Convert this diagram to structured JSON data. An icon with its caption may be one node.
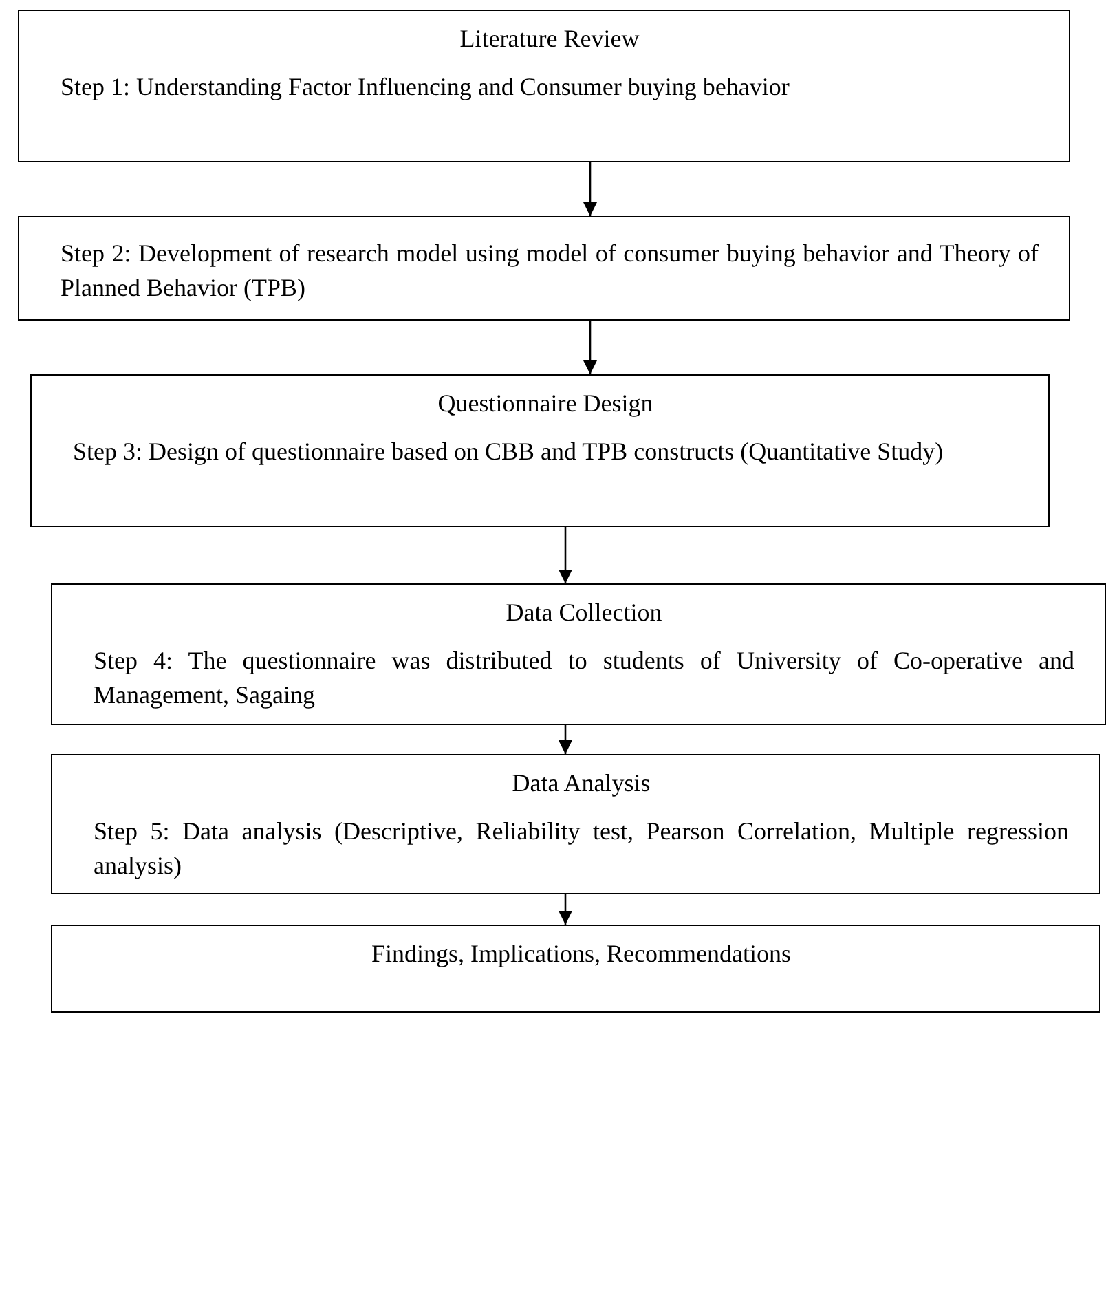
{
  "diagram": {
    "nodes": [
      {
        "text": [
          "Literature Review",
          "Step 1: Understanding Factor Influencing and Consumer buying behavior"
        ]
      },
      {
        "text": [
          "Step 2: Development of research model using model of consumer buying behavior and Theory of Planned Behavior (TPB)"
        ]
      },
      {
        "text": [
          "Questionnaire Design",
          "Step 3: Design of questionnaire based on CBB and TPB constructs (Quantitative Study)"
        ]
      },
      {
        "text": [
          "Data Collection",
          "Step 4: The questionnaire was distributed to students of University of Co-operative and Management, Sagaing"
        ]
      },
      {
        "text": [
          "Data Analysis",
          "Step 5: Data analysis (Descriptive, Reliability test, Pearson Correlation, Multiple regression analysis)"
        ]
      },
      {
        "text": [
          "Findings, Implications, Recommendations"
        ]
      }
    ],
    "edges": [
      {
        "from": 0,
        "to": 1,
        "arrow": "to"
      },
      {
        "from": 1,
        "to": 2,
        "arrow": "to"
      },
      {
        "from": 2,
        "to": 3,
        "arrow": "to"
      },
      {
        "from": 3,
        "to": 4,
        "arrow": "to"
      },
      {
        "from": 4,
        "to": 5,
        "arrow": "to"
      }
    ]
  }
}
